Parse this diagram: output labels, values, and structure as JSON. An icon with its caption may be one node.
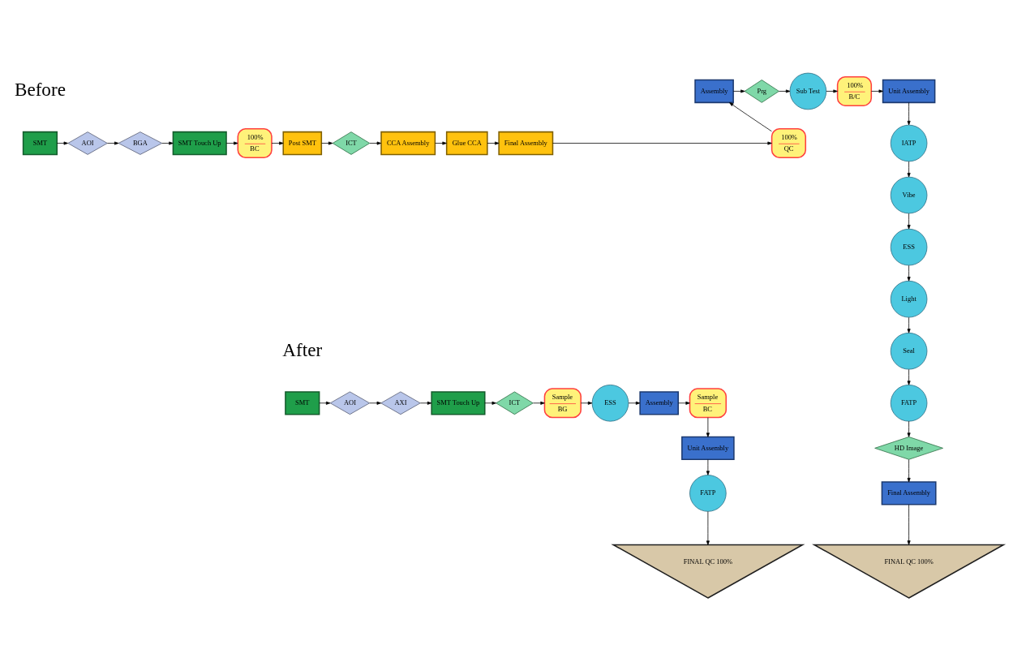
{
  "diagram": {
    "nodes": [
      {
        "text": [
          "SMT"
        ]
      },
      {
        "text": [
          "AOI"
        ]
      },
      {
        "text": [
          "BGA"
        ]
      },
      {
        "text": [
          "SMT Touch Up"
        ]
      },
      {
        "text": [
          "100%",
          "BC"
        ]
      },
      {
        "text": [
          "Post SMT"
        ]
      },
      {
        "text": [
          "ICT"
        ]
      },
      {
        "text": [
          "CCA Assembly"
        ]
      },
      {
        "text": [
          "Glue CCA"
        ]
      },
      {
        "text": [
          "Final Assembly"
        ]
      },
      {
        "text": [
          "100%",
          "QC"
        ]
      },
      {
        "text": [
          "Assembly"
        ]
      },
      {
        "text": [
          "Prg"
        ]
      },
      {
        "text": [
          "Sub Test"
        ]
      },
      {
        "text": [
          "100%",
          "B/C"
        ]
      },
      {
        "text": [
          "Unit Assembly"
        ]
      },
      {
        "text": [
          "IATP"
        ]
      },
      {
        "text": [
          "Vibe"
        ]
      },
      {
        "text": [
          "ESS"
        ]
      },
      {
        "text": [
          "Light"
        ]
      },
      {
        "text": [
          "Seal"
        ]
      },
      {
        "text": [
          "FATP"
        ]
      },
      {
        "text": [
          "HD Image"
        ]
      },
      {
        "text": [
          "Final Assembly"
        ]
      },
      {
        "text": [
          "FINAL QC 100%"
        ]
      },
      {
        "text": [
          "SMT"
        ]
      },
      {
        "text": [
          "AOI"
        ]
      },
      {
        "text": [
          "AXI"
        ]
      },
      {
        "text": [
          "SMT Touch Up"
        ]
      },
      {
        "text": [
          "ICT"
        ]
      },
      {
        "text": [
          "Sample",
          "BG"
        ]
      },
      {
        "text": [
          "ESS"
        ]
      },
      {
        "text": [
          "Assembly"
        ]
      },
      {
        "text": [
          "Sample",
          "BC"
        ]
      },
      {
        "text": [
          "Unit Assembly"
        ]
      },
      {
        "text": [
          "FATP"
        ]
      },
      {
        "text": [
          "FINAL QC 100%"
        ]
      }
    ],
    "edges": [
      {
        "from": 0,
        "to": 1,
        "arrow": "to"
      },
      {
        "from": 1,
        "to": 2,
        "arrow": "to"
      },
      {
        "from": 2,
        "to": 3,
        "arrow": "to"
      },
      {
        "from": 3,
        "to": 4,
        "arrow": "to"
      },
      {
        "from": 4,
        "to": 5,
        "arrow": "to"
      },
      {
        "from": 5,
        "to": 6,
        "arrow": "to"
      },
      {
        "from": 6,
        "to": 7,
        "arrow": "to"
      },
      {
        "from": 7,
        "to": 8,
        "arrow": "to"
      },
      {
        "from": 8,
        "to": 9,
        "arrow": "to"
      },
      {
        "from": 9,
        "to": 10,
        "arrow": "to"
      },
      {
        "from": 10,
        "to": 11,
        "arrow": "to"
      },
      {
        "from": 11,
        "to": 12,
        "arrow": "to"
      },
      {
        "from": 12,
        "to": 13,
        "arrow": "to"
      },
      {
        "from": 13,
        "to": 14,
        "arrow": "to"
      },
      {
        "from": 14,
        "to": 15,
        "arrow": "to"
      },
      {
        "from": 15,
        "to": 16,
        "arrow": "to"
      },
      {
        "from": 16,
        "to": 17,
        "arrow": "to"
      },
      {
        "from": 17,
        "to": 18,
        "arrow": "to"
      },
      {
        "from": 18,
        "to": 19,
        "arrow": "to"
      },
      {
        "from": 19,
        "to": 20,
        "arrow": "to"
      },
      {
        "from": 20,
        "to": 21,
        "arrow": "to"
      },
      {
        "from": 21,
        "to": 22,
        "arrow": "to"
      },
      {
        "from": 22,
        "to": 23,
        "arrow": "to"
      },
      {
        "from": 23,
        "to": 24,
        "arrow": "to"
      },
      {
        "from": 25,
        "to": 26,
        "arrow": "to"
      },
      {
        "from": 26,
        "to": 27,
        "arrow": "to"
      },
      {
        "from": 27,
        "to": 28,
        "arrow": "to"
      },
      {
        "from": 28,
        "to": 29,
        "arrow": "to"
      },
      {
        "from": 29,
        "to": 30,
        "arrow": "to"
      },
      {
        "from": 30,
        "to": 31,
        "arrow": "to"
      },
      {
        "from": 31,
        "to": 32,
        "arrow": "to"
      },
      {
        "from": 32,
        "to": 33,
        "arrow": "to"
      },
      {
        "from": 33,
        "to": 34,
        "arrow": "to"
      },
      {
        "from": 34,
        "to": 35,
        "arrow": "to"
      },
      {
        "from": 35,
        "to": 36,
        "arrow": "to"
      }
    ],
    "labels": [
      "Before",
      "After"
    ]
  }
}
